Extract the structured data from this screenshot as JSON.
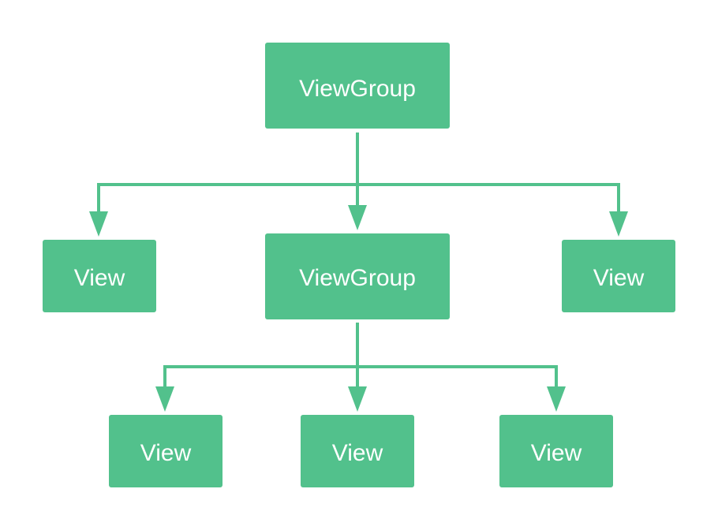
{
  "colors": {
    "node_fill": "#52c18c",
    "edge": "#52c18c",
    "label": "#ffffff",
    "background": "#ffffff"
  },
  "nodes": {
    "root": {
      "label": "ViewGroup"
    },
    "view_left": {
      "label": "View"
    },
    "group_middle": {
      "label": "ViewGroup"
    },
    "view_right": {
      "label": "View"
    },
    "leaf_left": {
      "label": "View"
    },
    "leaf_middle": {
      "label": "View"
    },
    "leaf_right": {
      "label": "View"
    }
  },
  "edges": [
    {
      "from": "root",
      "to": "view_left"
    },
    {
      "from": "root",
      "to": "group_middle"
    },
    {
      "from": "root",
      "to": "view_right"
    },
    {
      "from": "group_middle",
      "to": "leaf_left"
    },
    {
      "from": "group_middle",
      "to": "leaf_middle"
    },
    {
      "from": "group_middle",
      "to": "leaf_right"
    }
  ]
}
